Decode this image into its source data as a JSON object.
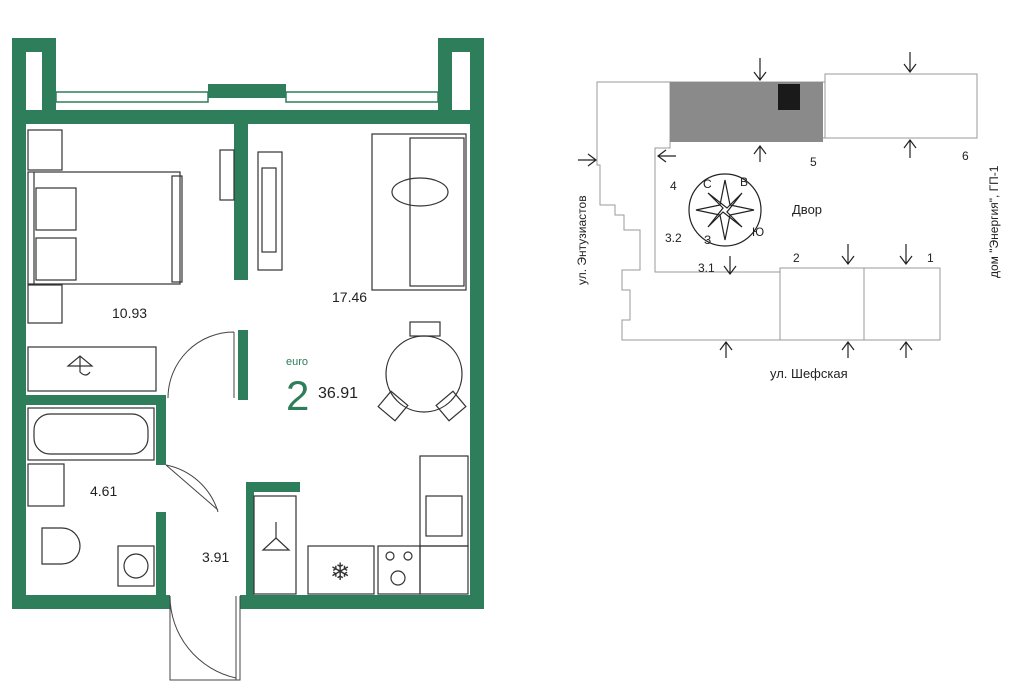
{
  "floorplan": {
    "wall_color": "#2e7d5b",
    "rooms": {
      "bedroom_area": "10.93",
      "living_area": "17.46",
      "bathroom_area": "4.61",
      "hall_area": "3.91"
    },
    "flat": {
      "type_label": "euro",
      "rooms_count": "2",
      "total_area": "36.91"
    }
  },
  "site_plan": {
    "building_fill": "#8a8a8a",
    "courtyard_label": "Двор",
    "street_left": "ул. Энтузиастов",
    "street_bottom": "ул. Шефская",
    "neighbor_right": "дом \"Энергия\", ГП-1",
    "section_numbers": {
      "n1": "1",
      "n2": "2",
      "n3_1": "3.1",
      "n3_2": "3.2",
      "n4": "4",
      "n5": "5",
      "n6": "6"
    },
    "compass": {
      "north": "С",
      "east": "В",
      "south": "Ю",
      "west": "З"
    }
  }
}
